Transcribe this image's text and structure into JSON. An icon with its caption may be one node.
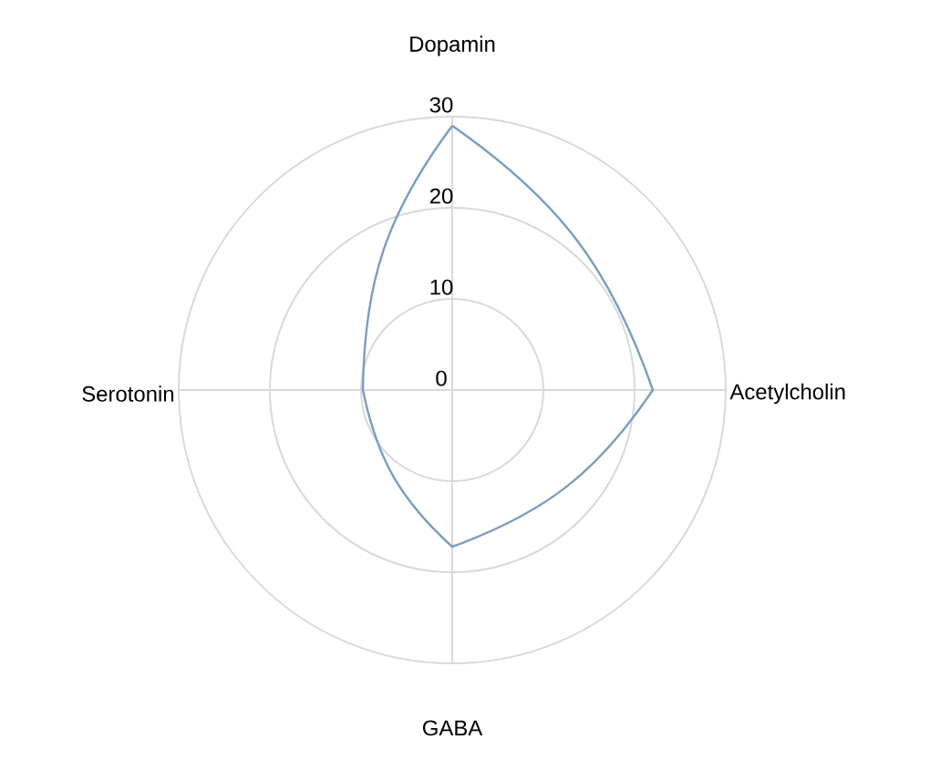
{
  "diagram": {
    "labels": [
      "Dopamin",
      "30",
      "20",
      "10",
      "Serotonin",
      "0",
      "Acetylcholin",
      "GABA"
    ]
  }
}
